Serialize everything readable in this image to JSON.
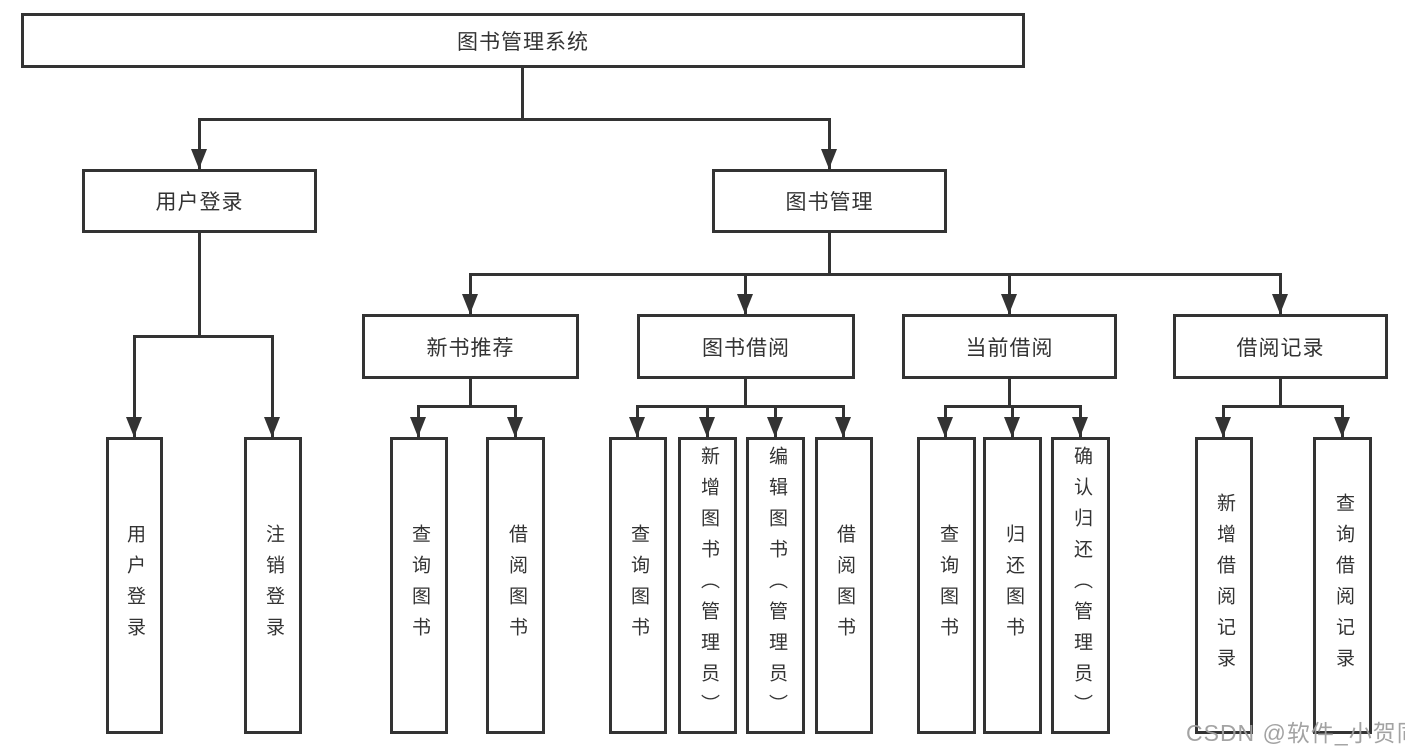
{
  "colors": {
    "line": "#333333",
    "box_border": "#333333",
    "text": "#333333",
    "background": "#ffffff",
    "watermark": "#9e9e9e"
  },
  "watermark": {
    "text": "CSDN @软件_小贺同学"
  },
  "tree": {
    "label": "图书管理系统",
    "children": [
      {
        "label": "用户登录",
        "children": [
          {
            "label": "用户登录"
          },
          {
            "label": "注销登录"
          }
        ]
      },
      {
        "label": "图书管理",
        "children": [
          {
            "label": "新书推荐",
            "children": [
              {
                "label": "查询图书"
              },
              {
                "label": "借阅图书"
              }
            ]
          },
          {
            "label": "图书借阅",
            "children": [
              {
                "label": "查询图书"
              },
              {
                "label": "新增图书（管理员）"
              },
              {
                "label": "编辑图书（管理员）"
              },
              {
                "label": "借阅图书"
              }
            ]
          },
          {
            "label": "当前借阅",
            "children": [
              {
                "label": "查询图书"
              },
              {
                "label": "归还图书"
              },
              {
                "label": "确认归还（管理员）"
              }
            ]
          },
          {
            "label": "借阅记录",
            "children": [
              {
                "label": "新增借阅记录"
              },
              {
                "label": "查询借阅记录"
              }
            ]
          }
        ]
      }
    ]
  }
}
